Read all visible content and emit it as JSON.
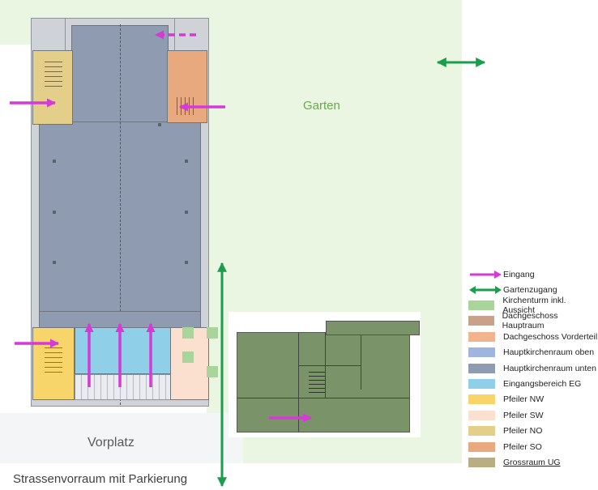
{
  "labels": {
    "garden": "Garten",
    "forecourt": "Vorplatz",
    "street": "Strassenvorraum mit Parkierung"
  },
  "legend": {
    "entrance": {
      "label": "Eingang",
      "color": "#d63ad6"
    },
    "garden_access": {
      "label": "Gartenzugang",
      "color": "#1a9e4c"
    },
    "items": [
      {
        "label": "Kirchenturm inkl. Aussicht",
        "color": "#a9d49a"
      },
      {
        "label": "Dachgeschoss Hauptraum",
        "color": "#c9a088"
      },
      {
        "label": "Dachgeschoss Vorderteil",
        "color": "#f1b48e"
      },
      {
        "label": "Hauptkirchenraum oben",
        "color": "#9fb5df"
      },
      {
        "label": "Hauptkirchenraum unten",
        "color": "#8e9bb0"
      },
      {
        "label": "Eingangsbereich EG",
        "color": "#8fd0e8"
      },
      {
        "label": "Pfeiler NW",
        "color": "#f7d56a"
      },
      {
        "label": "Pfeiler SW",
        "color": "#fbe0cf"
      },
      {
        "label": "Pfeiler NO",
        "color": "#e4cf8a"
      },
      {
        "label": "Pfeiler SO",
        "color": "#e8a97f"
      },
      {
        "label": "Grossraum UG",
        "color": "#b9ae82"
      }
    ]
  },
  "colors": {
    "garden": "#eaf6e1",
    "main_hall": "#8e9bb0",
    "entrance_area": "#8fd0e8",
    "pillar_nw": "#f7d56a",
    "pillar_sw": "#fbe0cf",
    "pillar_no": "#e4cf8a",
    "pillar_so": "#e8a97f",
    "basement": "#7a9369"
  }
}
